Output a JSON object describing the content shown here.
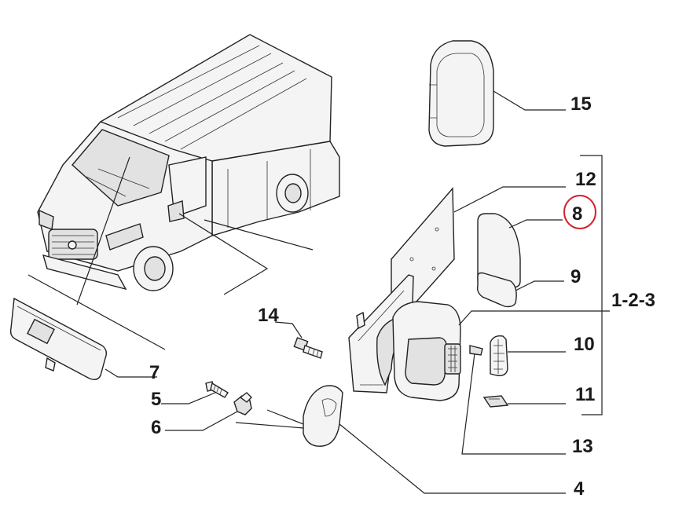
{
  "labels": {
    "p15": "15",
    "p12": "12",
    "p8": "8",
    "p9": "9",
    "p123": "1-2-3",
    "p10": "10",
    "p11": "11",
    "p13": "13",
    "p14": "14",
    "p7": "7",
    "p5": "5",
    "p6": "6",
    "p4": "4"
  },
  "highlighted_part": "8",
  "colors": {
    "highlight": "#d0202a",
    "ink": "#222222"
  }
}
